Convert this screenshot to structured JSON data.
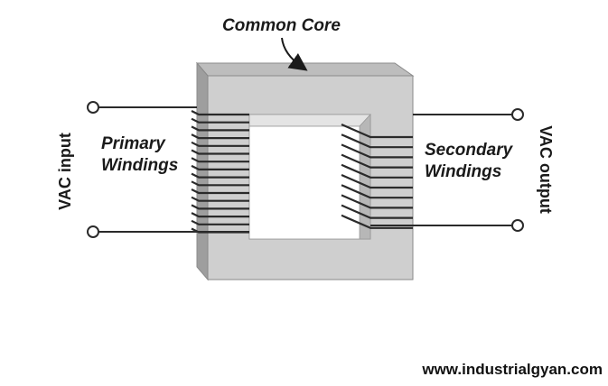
{
  "diagram": {
    "core_label": "Common Core",
    "primary_label_line1": "Primary",
    "primary_label_line2": "Windings",
    "secondary_label_line1": "Secondary",
    "secondary_label_line2": "Windings",
    "input_label": "VAC input",
    "output_label": "VAC output"
  },
  "footer": {
    "website": "www.industrialgyan.com"
  },
  "colors": {
    "core_face": "#cfcfcf",
    "core_top": "#bdbdbd",
    "core_side": "#a9a9a9",
    "core_back_top": "#b2b2b2",
    "wire": "#2a2a2a"
  }
}
